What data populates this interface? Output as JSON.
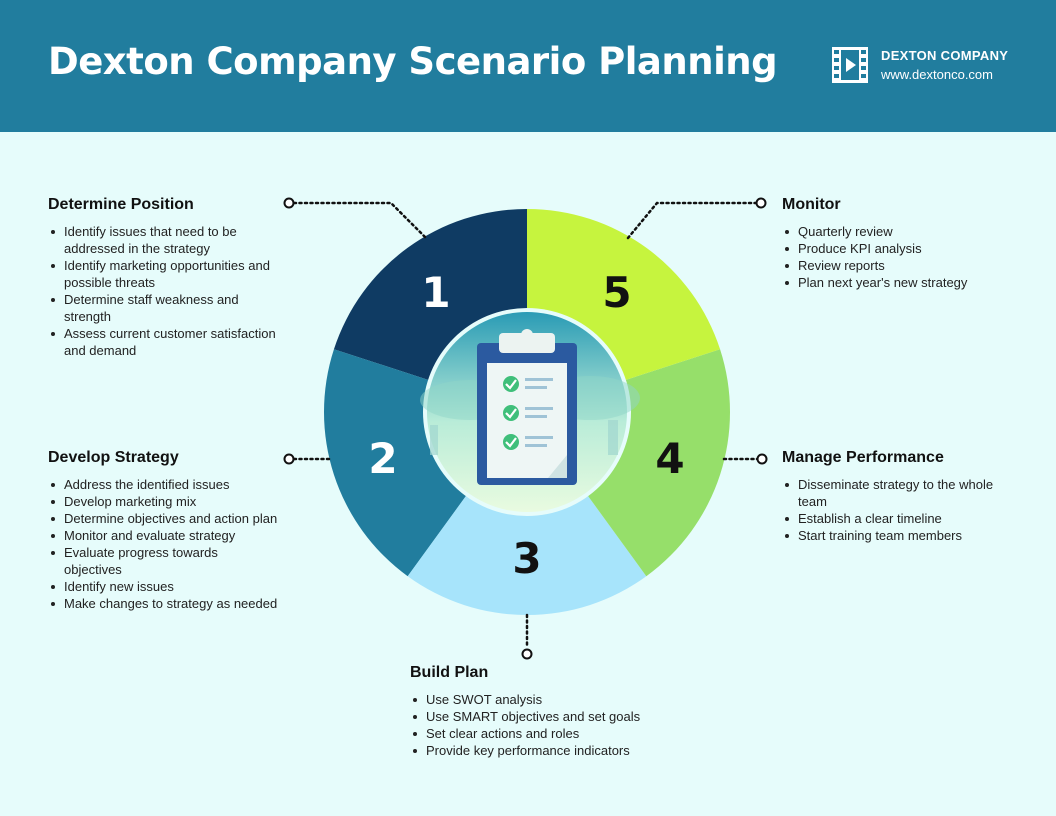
{
  "header": {
    "title": "Dexton Company Scenario Planning",
    "company_name": "DEXTON COMPANY",
    "company_url": "www.dextonco.com",
    "logo_icon": "film-play-icon"
  },
  "center_icon": "clipboard-checklist-icon",
  "colors": {
    "header_bg": "#217d9e",
    "page_bg": "#e6fcfb",
    "segment_1": "#0f3b63",
    "segment_2": "#217d9e",
    "segment_3": "#a7e4fb",
    "segment_4": "#96df6a",
    "segment_5": "#c6f43e"
  },
  "segments": [
    {
      "number": "1",
      "title": "Determine Position",
      "items": [
        "Identify issues that need to be addressed in the strategy",
        "Identify marketing opportunities and possible threats",
        "Determine staff weakness and strength",
        "Assess current customer satisfaction and demand"
      ]
    },
    {
      "number": "2",
      "title": "Develop Strategy",
      "items": [
        "Address the identified issues",
        "Develop marketing mix",
        "Determine objectives and action plan",
        "Monitor and evaluate strategy",
        "Evaluate progress towards objectives",
        "Identify new issues",
        "Make changes to strategy as needed"
      ]
    },
    {
      "number": "3",
      "title": "Build Plan",
      "items": [
        "Use SWOT analysis",
        "Use SMART objectives and set goals",
        "Set clear actions and roles",
        "Provide key performance indicators"
      ]
    },
    {
      "number": "4",
      "title": "Manage Performance",
      "items": [
        "Disseminate strategy to the whole team",
        "Establish a clear timeline",
        "Start training team members"
      ]
    },
    {
      "number": "5",
      "title": "Monitor",
      "items": [
        "Quarterly review",
        "Produce KPI analysis",
        "Review reports",
        "Plan next year's new strategy"
      ]
    }
  ]
}
